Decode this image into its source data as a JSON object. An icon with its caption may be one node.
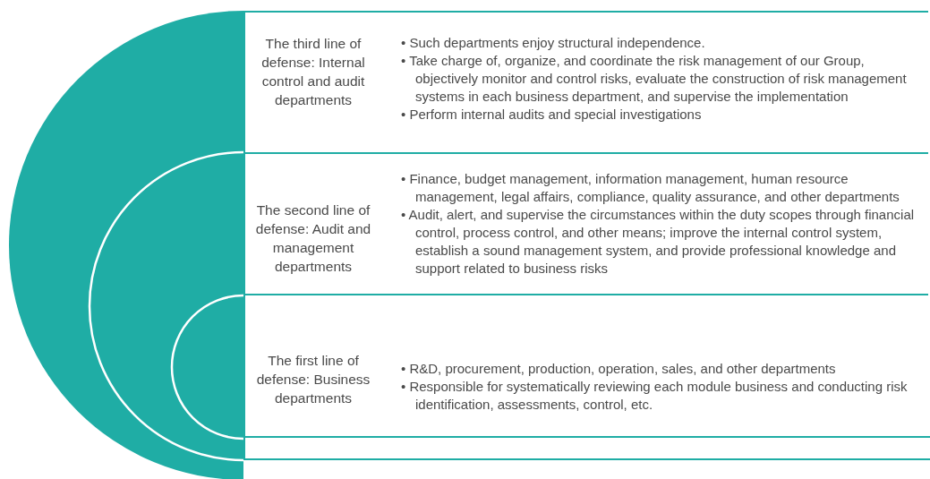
{
  "diagram": {
    "nodes": [
      {
        "text": [
          "The third line of defense: Internal control and audit departments",
          "• Such departments enjoy structural independence.",
          "• Take charge of, organize, and coordinate the risk management of our Group, objectively monitor and control risks, evaluate the construction of risk management systems in each business department, and supervise the implementation",
          "• Perform internal audits and special investigations"
        ]
      },
      {
        "text": [
          "The second line of defense: Audit and management departments",
          "• Finance, budget management, information management, human resource management, legal affairs, compliance, quality assurance, and other departments",
          "• Audit, alert, and supervise the circumstances within the duty scopes through financial control, process control, and other means; improve the internal control system, establish a sound management system, and provide professional knowledge and support related to business risks"
        ]
      },
      {
        "text": [
          "The first line of defense: Business departments",
          "• R&D, procurement, production, operation, sales, and other departments",
          "• Responsible for systematically reviewing each module business and conducting risk identification, assessments, control, etc."
        ]
      }
    ]
  }
}
